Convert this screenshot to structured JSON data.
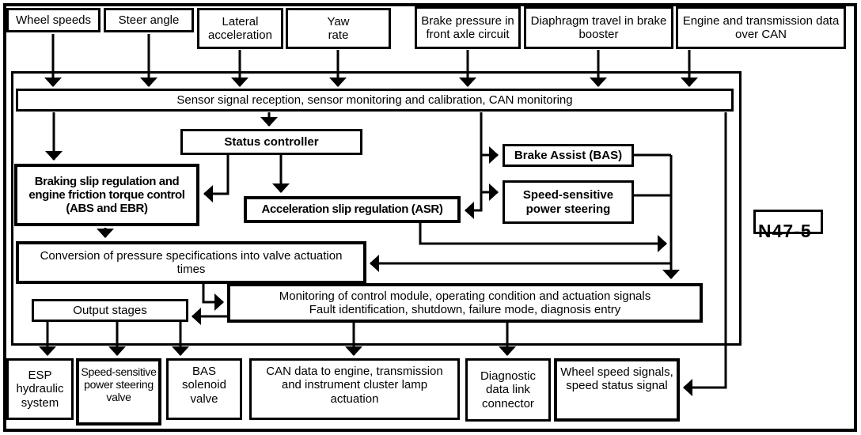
{
  "diagram": {
    "title_tag": "N47-5",
    "inputs": [
      {
        "label": "Wheel speeds"
      },
      {
        "label": "Steer angle"
      },
      {
        "label": "Lateral\nacceleration"
      },
      {
        "label": "Yaw\nrate"
      },
      {
        "label": "Brake pressure in\nfront axle circuit"
      },
      {
        "label": "Diaphragm travel in brake\nbooster"
      },
      {
        "label": "Engine and transmission data\nover CAN"
      }
    ],
    "sensor_bar": {
      "label": "Sensor signal reception, sensor monitoring and calibration, CAN monitoring"
    },
    "blocks": {
      "status_controller": "Status controller",
      "braking_slip": "Braking slip regulation and\nengine friction torque control\n(ABS and EBR)",
      "asr": "Acceleration slip regulation (ASR)",
      "bas": "Brake Assist (BAS)",
      "power_steering": "Speed-sensitive\npower steering",
      "conversion": "Conversion of pressure specifications into valve actuation\ntimes",
      "monitoring": "Monitoring of control module, operating condition and actuation signals\nFault identification, shutdown, failure mode, diagnosis entry",
      "output_stages": "Output stages"
    },
    "outputs": [
      {
        "label": "ESP\nhydraulic\nsystem"
      },
      {
        "label": "Speed-sensitive\npower steering\nvalve"
      },
      {
        "label": "BAS solenoid\nvalve"
      },
      {
        "label": "CAN data to engine, transmission\nand instrument cluster lamp\nactuation"
      },
      {
        "label": "Diagnostic\ndata link\nconnector"
      },
      {
        "label": "Wheel speed signals,\nspeed status signal"
      }
    ]
  }
}
